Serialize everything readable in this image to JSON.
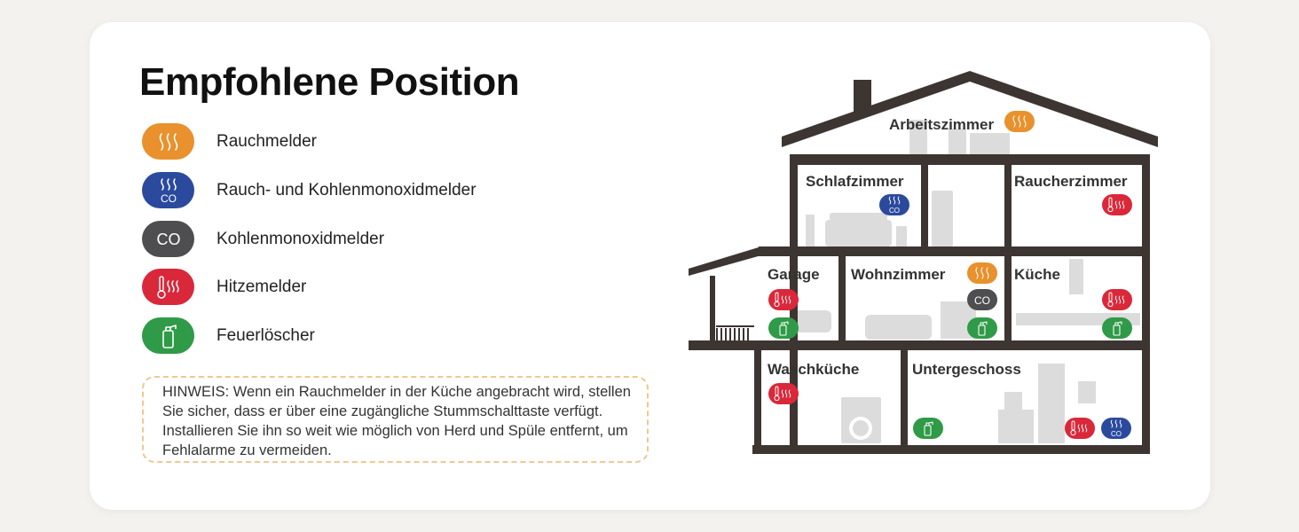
{
  "title": "Empfohlene Position",
  "colors": {
    "smoke": "#e8912d",
    "smoke_co": "#2b4a9e",
    "co": "#4e4e50",
    "heat": "#d9283a",
    "extinguisher": "#2f9a47",
    "house_outline": "#3d3532",
    "furniture": "#d9d9d9"
  },
  "legend": [
    {
      "icon": "smoke-icon",
      "label": "Rauchmelder"
    },
    {
      "icon": "smoke-co-icon",
      "label": "Rauch- und Kohlenmonoxidmelder"
    },
    {
      "icon": "co-icon",
      "label": "Kohlenmonoxidmelder"
    },
    {
      "icon": "heat-icon",
      "label": "Hitzemelder"
    },
    {
      "icon": "extinguisher-icon",
      "label": "Feuerlöscher"
    }
  ],
  "co_text": "CO",
  "note": "HINWEIS: Wenn ein Rauchmelder in der Küche angebracht wird, stellen Sie sicher, dass er über eine zugängliche Stummschalttaste verfügt. Installieren Sie ihn so weit wie möglich von Herd und Spüle entfernt, um Fehlalarme zu vermeiden.",
  "rooms": {
    "arbeitszimmer": "Arbeitszimmer",
    "schlafzimmer": "Schlafzimmer",
    "raucherzimmer": "Raucherzimmer",
    "garage": "Garage",
    "wohnzimmer": "Wohnzimmer",
    "kueche": "Küche",
    "waschkueche": "Waschküche",
    "untergeschoss": "Untergeschoss"
  }
}
